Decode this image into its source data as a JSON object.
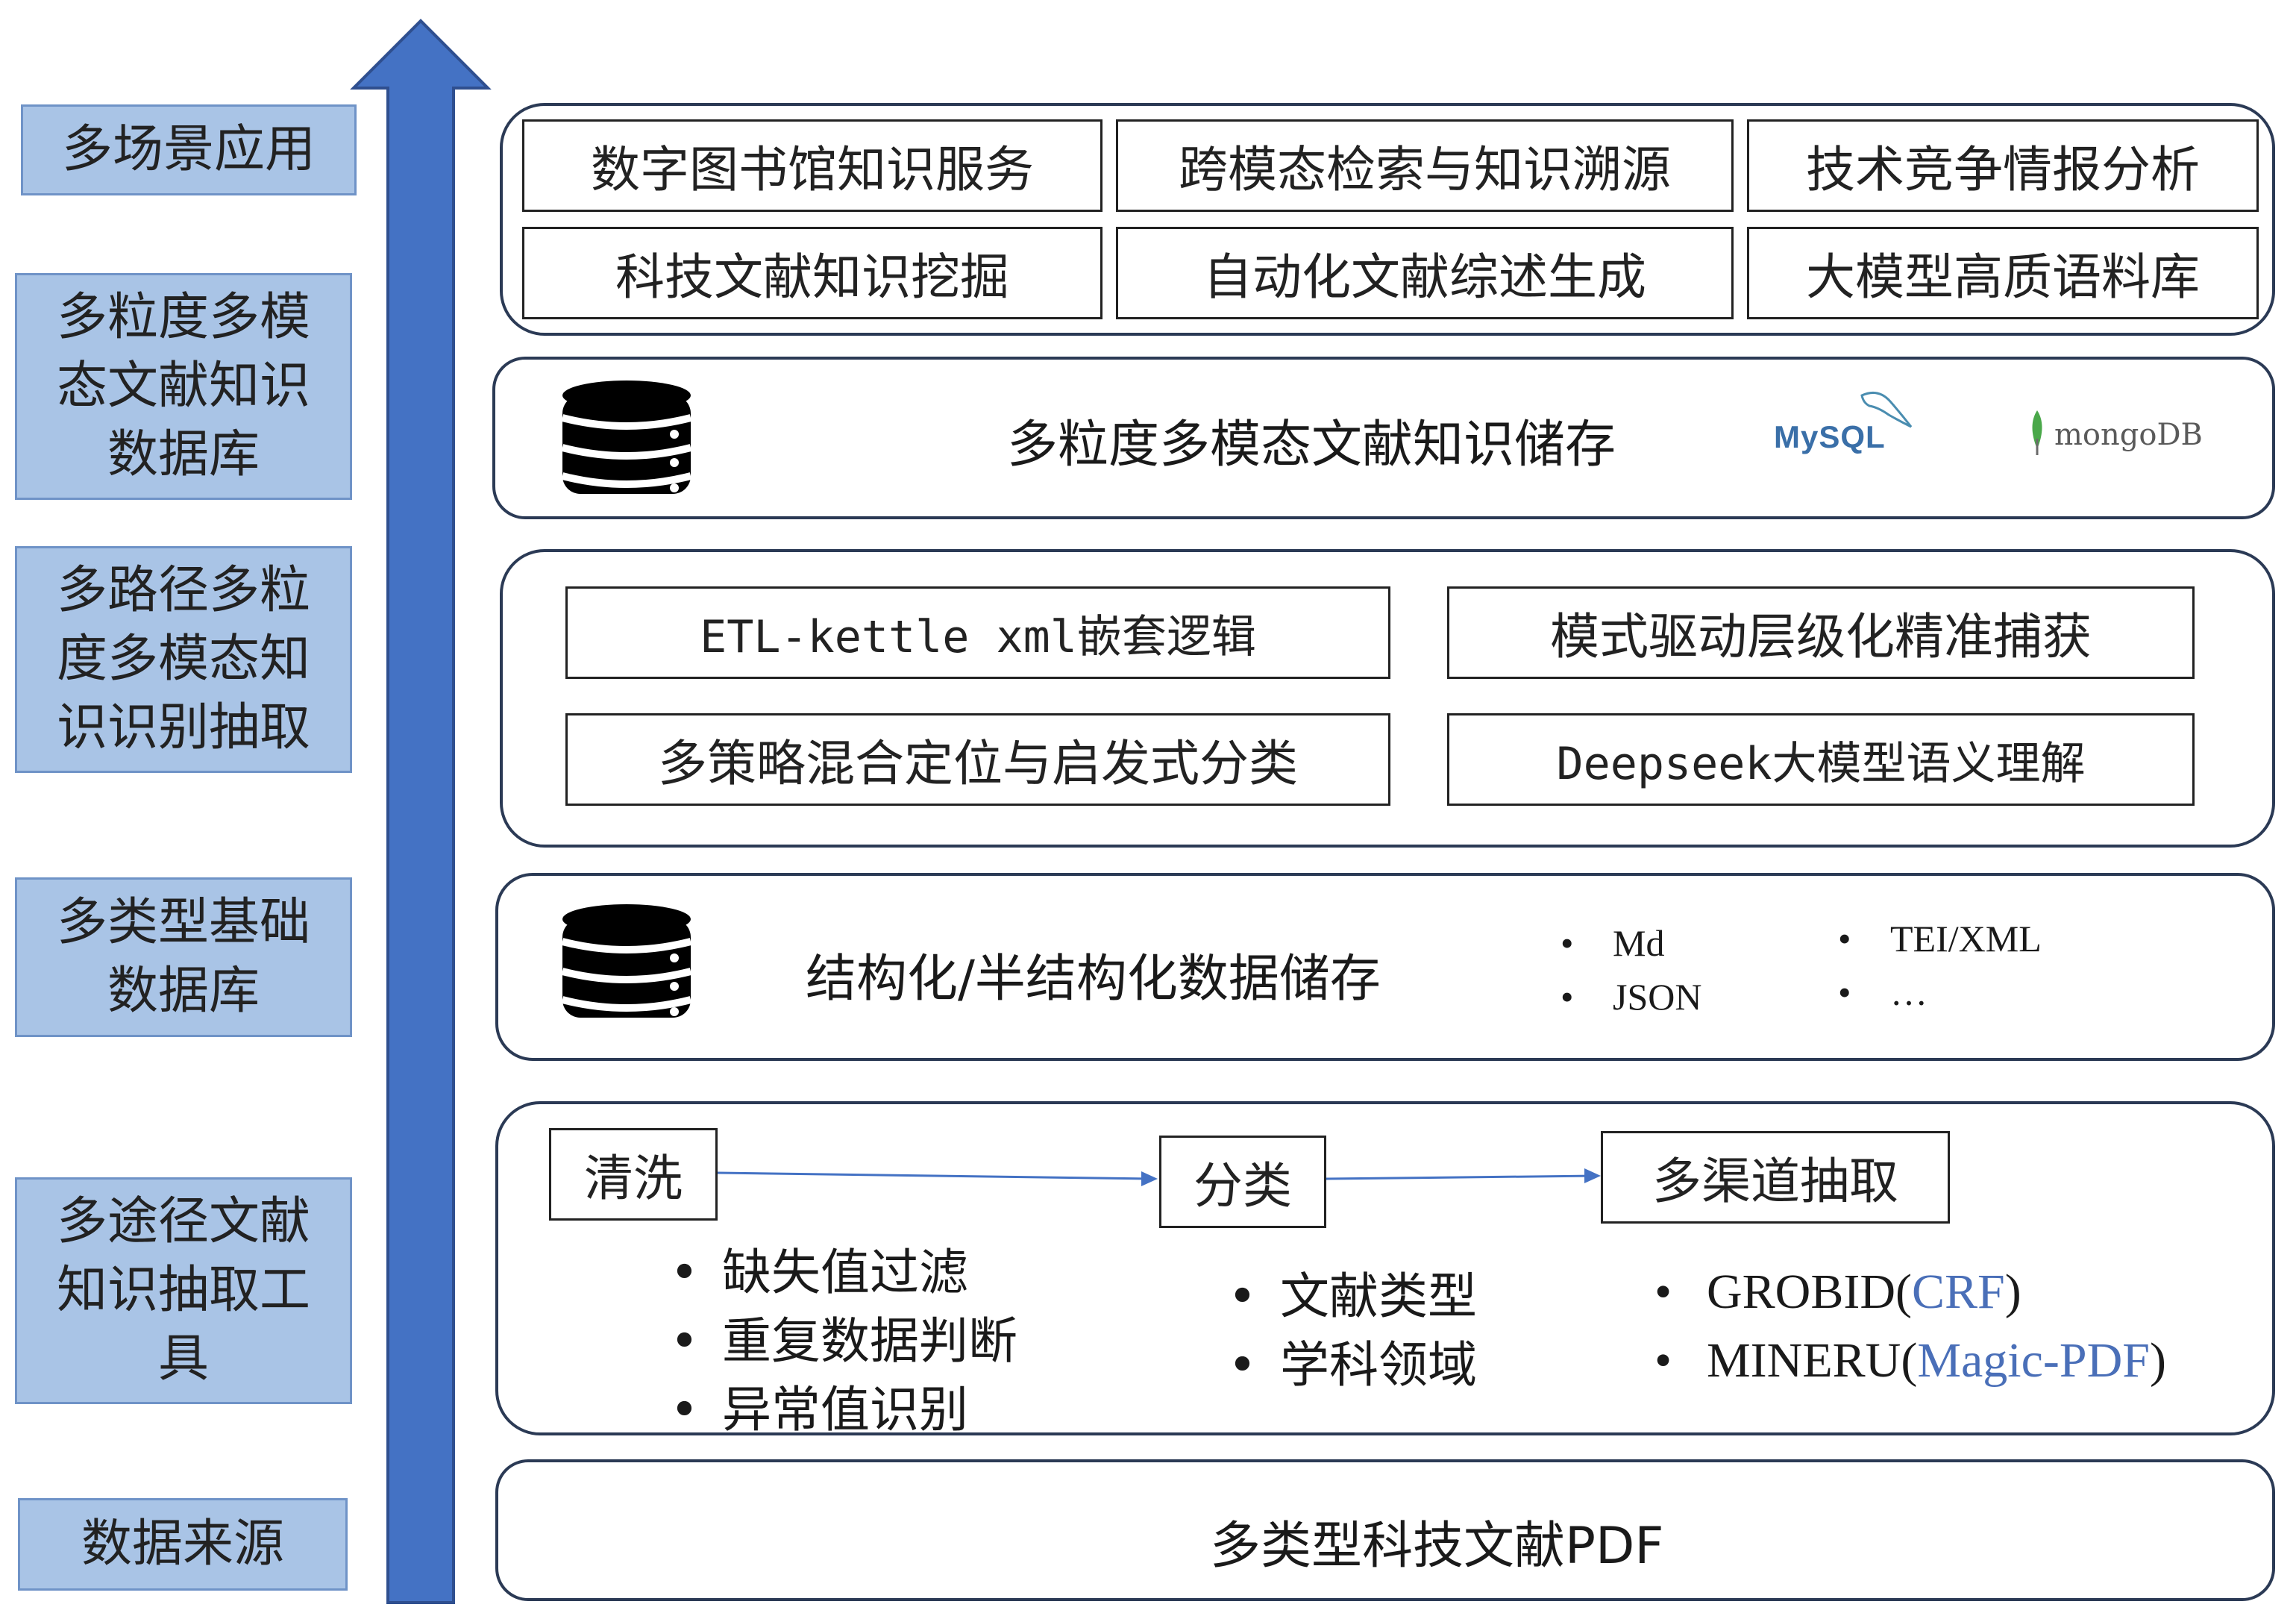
{
  "layers": {
    "scenarios": "多场景应用",
    "kb": "多粒度多模\n态文献知识\n数据库",
    "extract": "多路径多粒\n度多模态知\n识识别抽取",
    "basedb": "多类型基础\n数据库",
    "tools": "多途径文献\n知识抽取工\n具",
    "source": "数据来源"
  },
  "apps": [
    "数字图书馆知识服务",
    "跨模态检索与知识溯源",
    "技术竞争情报分析",
    "科技文献知识挖掘",
    "自动化文献综述生成",
    "大模型高质语料库"
  ],
  "storage": {
    "label": "多粒度多模态文献知识储存",
    "mysql_logo": "MySQL",
    "mongo_logo": "mongoDB"
  },
  "methods": [
    "ETL-kettle xml嵌套逻辑",
    "模式驱动层级化精准捕获",
    "多策略混合定位与启发式分类",
    "Deepseek大模型语义理解"
  ],
  "structured": {
    "label": "结构化/半结构化数据储存",
    "formats_left": [
      "Md",
      "JSON"
    ],
    "formats_right": [
      "TEI/XML",
      "…"
    ]
  },
  "pipeline": {
    "steps": [
      "清洗",
      "分类",
      "多渠道抽取"
    ],
    "clean_items": [
      "缺失值过滤",
      "重复数据判断",
      "异常值识别"
    ],
    "classify_items": [
      "文献类型",
      "学科领域"
    ],
    "extract_items": [
      {
        "name": "GROBID",
        "open": "(",
        "model": "CRF",
        "close": ")"
      },
      {
        "name": "MINERU",
        "open": "(",
        "model": "Magic-PDF",
        "close": ")"
      }
    ]
  },
  "source_label": "多类型科技文献PDF",
  "colors": {
    "arrow": "#4472c4",
    "label_fill": "#a9c4e6",
    "accent_text": "#4a6fb8"
  }
}
